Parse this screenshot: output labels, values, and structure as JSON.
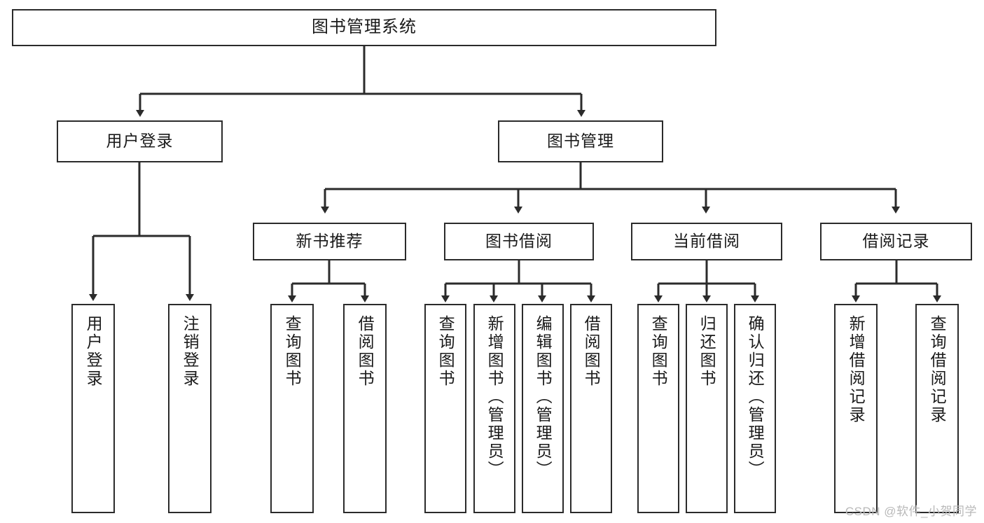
{
  "diagram": {
    "type": "tree",
    "title": "图书管理系统",
    "orientation": "top-down",
    "edge_color": "#2b2b2b",
    "node_border_color": "#2b2b2b",
    "node_fill_color": "#ffffff",
    "levels": 4
  },
  "root": {
    "label": "图书管理系统"
  },
  "level2": [
    {
      "label": "用户登录"
    },
    {
      "label": "图书管理"
    }
  ],
  "level3": [
    {
      "label": "新书推荐"
    },
    {
      "label": "图书借阅"
    },
    {
      "label": "当前借阅"
    },
    {
      "label": "借阅记录"
    }
  ],
  "leaves": {
    "user_login": [
      {
        "label": "用户登录"
      },
      {
        "label": "注销登录"
      }
    ],
    "new_book_recommend": [
      {
        "label": "查询图书"
      },
      {
        "label": "借阅图书"
      }
    ],
    "book_borrow": [
      {
        "label": "查询图书"
      },
      {
        "label": "新增图书（管理员）"
      },
      {
        "label": "编辑图书（管理员）"
      },
      {
        "label": "借阅图书"
      }
    ],
    "current_borrow": [
      {
        "label": "查询图书"
      },
      {
        "label": "归还图书"
      },
      {
        "label": "确认归还（管理员）"
      }
    ],
    "borrow_record": [
      {
        "label": "新增借阅记录"
      },
      {
        "label": "查询借阅记录"
      }
    ]
  },
  "watermark": {
    "text": "CSDN @软件_小贺同学"
  }
}
